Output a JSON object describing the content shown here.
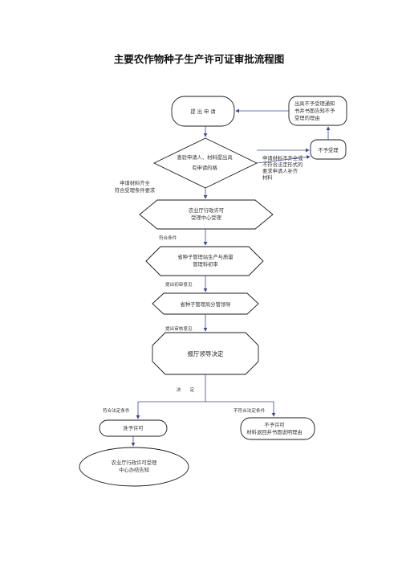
{
  "title": "主要农作物种子生产许可证审批流程图",
  "nodes": {
    "apply": "提 出 申 请",
    "issue_notice": [
      "出具不予受理通知",
      "书并书面告知不予",
      "受理的理由"
    ],
    "reject_accept": "不予受理",
    "review_materials": [
      "查验申请人、材料提出具",
      "有申请的格"
    ],
    "supplement_note": [
      "申请材料不齐全或",
      "不符合法定形式的",
      "要求申请人补齐",
      "材料"
    ],
    "complete_note": [
      "申请材料齐全",
      "符合受理条件要求"
    ],
    "service_center": [
      "农业厅行政许可",
      "受理中心受理"
    ],
    "meets_conditions": "符合条件",
    "seed_review": [
      "省种子管理站生产与质量",
      "管理科初审"
    ],
    "first_opinion": "提出初审意见",
    "bureau_review": "省种子管理局分管领导",
    "review_opinion": "提出审核意见",
    "leader_decision": "报厅领导决定",
    "decision": "决　　定",
    "legal_yes": "符合法定条件",
    "legal_no": "不符合法定条件",
    "grant": "准予许可",
    "deny": [
      "不予许可",
      "材料退回并书面说明理由"
    ],
    "notify": [
      "农业厅行政许可受理",
      "中心办结告知"
    ]
  },
  "colors": {
    "stroke": "#1a1a1a",
    "arrow": "#3b4a99"
  }
}
